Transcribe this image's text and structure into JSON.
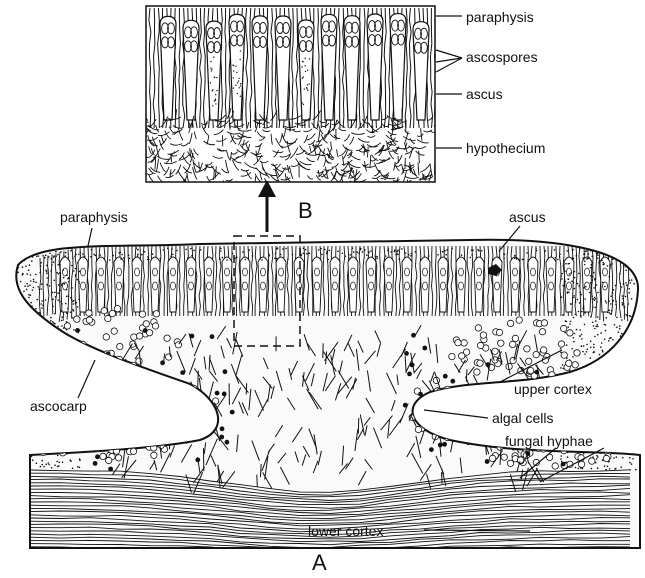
{
  "diagram": {
    "labels": {
      "top_paraphysis": "paraphysis",
      "ascospores": "ascospores",
      "top_ascus": "ascus",
      "hypothecium": "hypothecium",
      "panel_b": "B",
      "paraphysis": "paraphysis",
      "ascus": "ascus",
      "upper_cortex": "upper cortex",
      "ascocarp": "ascocarp",
      "algal_cells": "algal cells",
      "fungal_hyphae": "fungal  hyphae",
      "lower_cortex": "lower cortex",
      "panel_a": "A"
    },
    "colors": {
      "ink": "#111111",
      "background": "#ffffff"
    }
  }
}
